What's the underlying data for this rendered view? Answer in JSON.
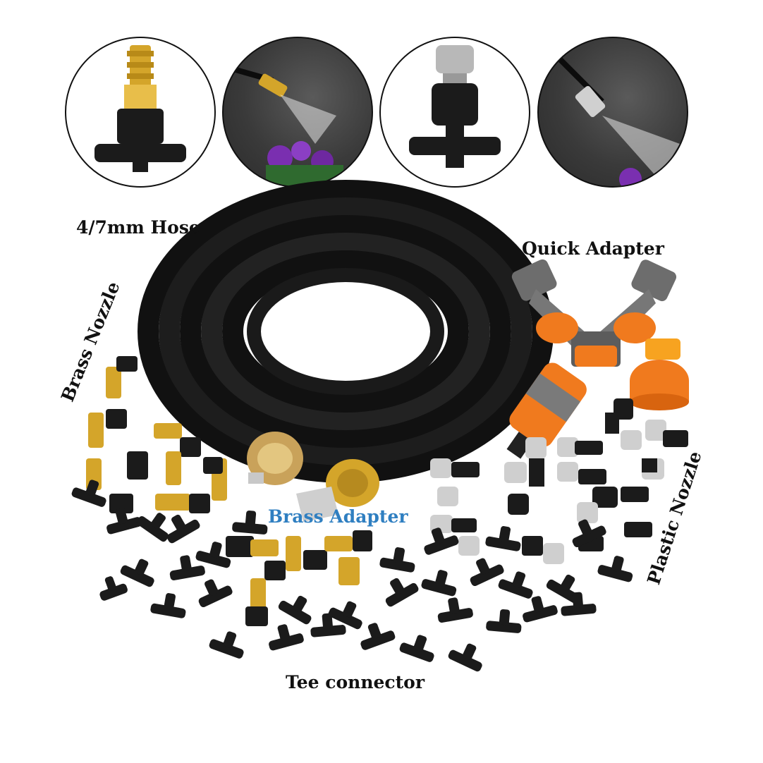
{
  "labels": {
    "hose": "4/7mm Hose",
    "quick_adapter": "Quick Adapter",
    "brass_nozzle": "Brass Nozzle",
    "brass_adapter": "Brass Adapter",
    "plastic_nozzle": "Plastic Nozzle",
    "tee_connector": "Tee connector"
  },
  "colors": {
    "blue_label": "#2f7fc1",
    "brass": "#d4a52a",
    "orange": "#f07a1e",
    "hose": "#111111",
    "gray": "#6d6d6d"
  },
  "icons": [
    "brass-nozzle-tee-icon",
    "brass-nozzle-mist-photo",
    "plastic-nozzle-tee-icon",
    "plastic-nozzle-mist-photo"
  ]
}
